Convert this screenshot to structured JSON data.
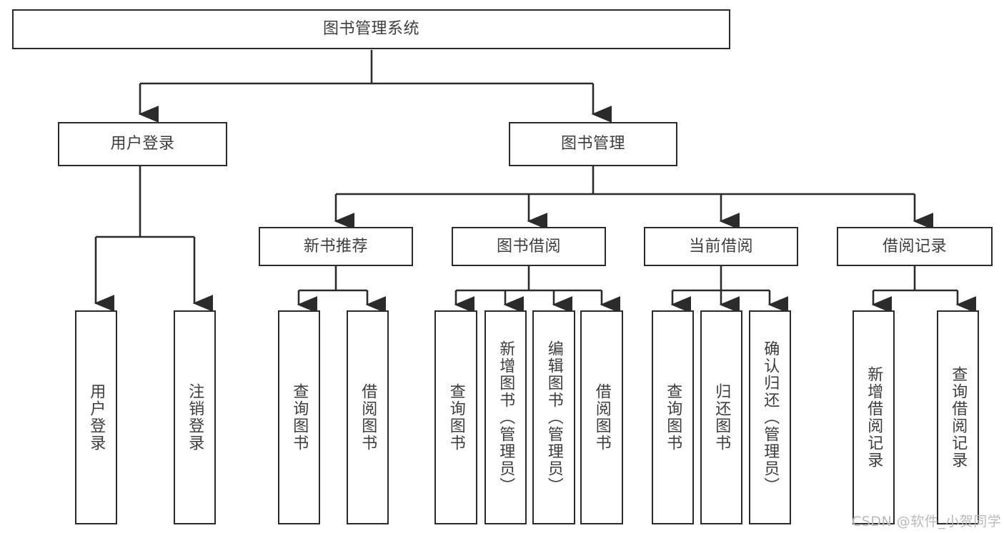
{
  "diagram": {
    "title": "图书管理系统",
    "type": "hierarchy-tree",
    "watermark": "CSDN @软件_小贺同学",
    "colors": {
      "box_border": "#2b2b2b",
      "box_fill": "#ffffff",
      "text": "#3d3d3d",
      "connector": "#2b2b2b",
      "watermark": "#b9b9b9",
      "background": "#ffffff"
    },
    "levels": {
      "root": {
        "label": "图书管理系统"
      },
      "level2": [
        {
          "label": "用户登录"
        },
        {
          "label": "图书管理"
        }
      ],
      "level3": [
        {
          "label": "新书推荐"
        },
        {
          "label": "图书借阅"
        },
        {
          "label": "当前借阅"
        },
        {
          "label": "借阅记录"
        }
      ],
      "leaves": {
        "user_login": [
          {
            "label": "用户登录"
          },
          {
            "label": "注销登录"
          }
        ],
        "new_book_recommend": [
          {
            "label": "查询图书"
          },
          {
            "label": "借阅图书"
          }
        ],
        "book_borrow": [
          {
            "label": "查询图书"
          },
          {
            "label": "新增图书（管理员）"
          },
          {
            "label": "编辑图书（管理员）"
          },
          {
            "label": "借阅图书"
          }
        ],
        "current_borrow": [
          {
            "label": "查询图书"
          },
          {
            "label": "归还图书"
          },
          {
            "label": "确认归还（管理员）"
          }
        ],
        "borrow_record": [
          {
            "label": "新增借阅记录"
          },
          {
            "label": "查询借阅记录"
          }
        ]
      }
    }
  }
}
